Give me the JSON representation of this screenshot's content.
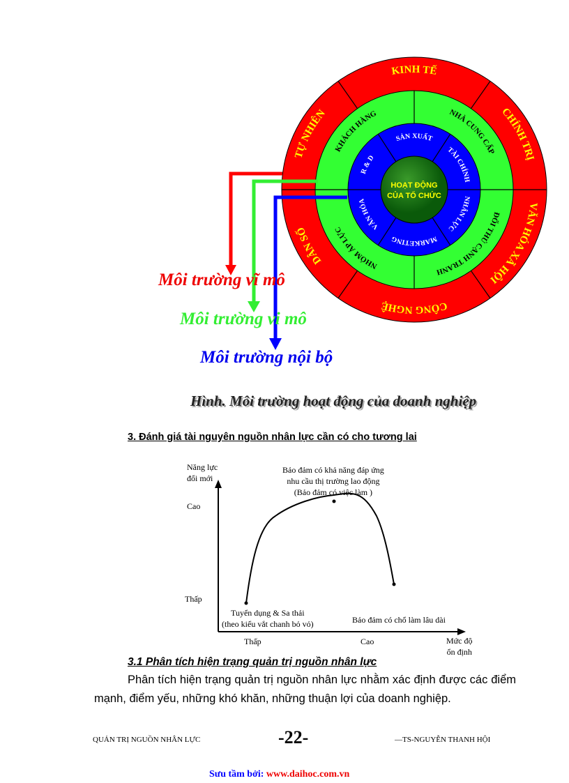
{
  "diagram": {
    "outer_ring": [
      "KINH TẾ",
      "CHÍNH TRỊ",
      "VĂN HÓA XÃ HỘI",
      "CÔNG NGHỆ",
      "DÂN SỐ",
      "TỰ NHIÊN"
    ],
    "middle_ring": [
      "NHÀ CUNG CẤP",
      "ĐỐI THỦ CẠNH TRANH",
      "NHÓM ÁP LỰC",
      "KHÁCH HÀNG"
    ],
    "inner_ring": [
      "SẢN XUẤT",
      "TÀI CHÍNH",
      "NHÂN LỰC",
      "MARKETING",
      "VĂN HÓA",
      "R & D"
    ],
    "center": [
      "HOẠT ĐỘNG",
      "CỦA TỔ CHỨC"
    ],
    "labels": {
      "macro": "Môi trường vĩ mô",
      "micro": "Môi trường vi mô",
      "internal": "Môi trường nội bộ"
    },
    "colors": {
      "outer": "#ff0000",
      "middle": "#33ff33",
      "inner": "#0000ff",
      "center": "#0a5a0a",
      "text_outer": "#ffff00",
      "text_center": "#ffff00"
    }
  },
  "caption": "Hình. Môi trường hoạt động của doanh nghiệp",
  "section3_heading": "3. Đánh giá tài nguyên nguồn nhân lực cần có cho tương lai",
  "figure2": {
    "ylabel": [
      "Năng lực",
      "đổi mới"
    ],
    "y_ticks": [
      "Cao",
      "Thấp"
    ],
    "x_ticks": [
      "Thấp",
      "Cao"
    ],
    "xlabel": [
      "Mức độ",
      "ổn định"
    ],
    "peak_note": [
      "Bảo đảm có khả năng đáp ứng",
      "nhu cầu thị trường lao động",
      "(Bảo đảm có việc làm )"
    ],
    "start_note": [
      "Tuyển dụng & Sa thải",
      "(theo kiểu vắt chanh bỏ vỏ)"
    ],
    "end_note": "Bảo đảm có chổ làm lâu dài"
  },
  "section31_heading": "3.1 Phân tích hiện trạng quản trị nguồn nhân lực",
  "paragraph": "Phân tích hiện trạng quản trị nguồn nhân lực nhằm xác định được các điểm mạnh, điểm yếu, những khó khăn, những thuận lợi của doanh nghiệp.",
  "footer": {
    "left": "QUẢN TRỊ NGUỒN NHÂN LỰC",
    "page": "-22-",
    "right": "—TS-NGUYỄN THANH HỘI"
  },
  "credit": {
    "prefix": "Sưu tầm bởi: ",
    "site": "www.daihoc.com.vn"
  }
}
